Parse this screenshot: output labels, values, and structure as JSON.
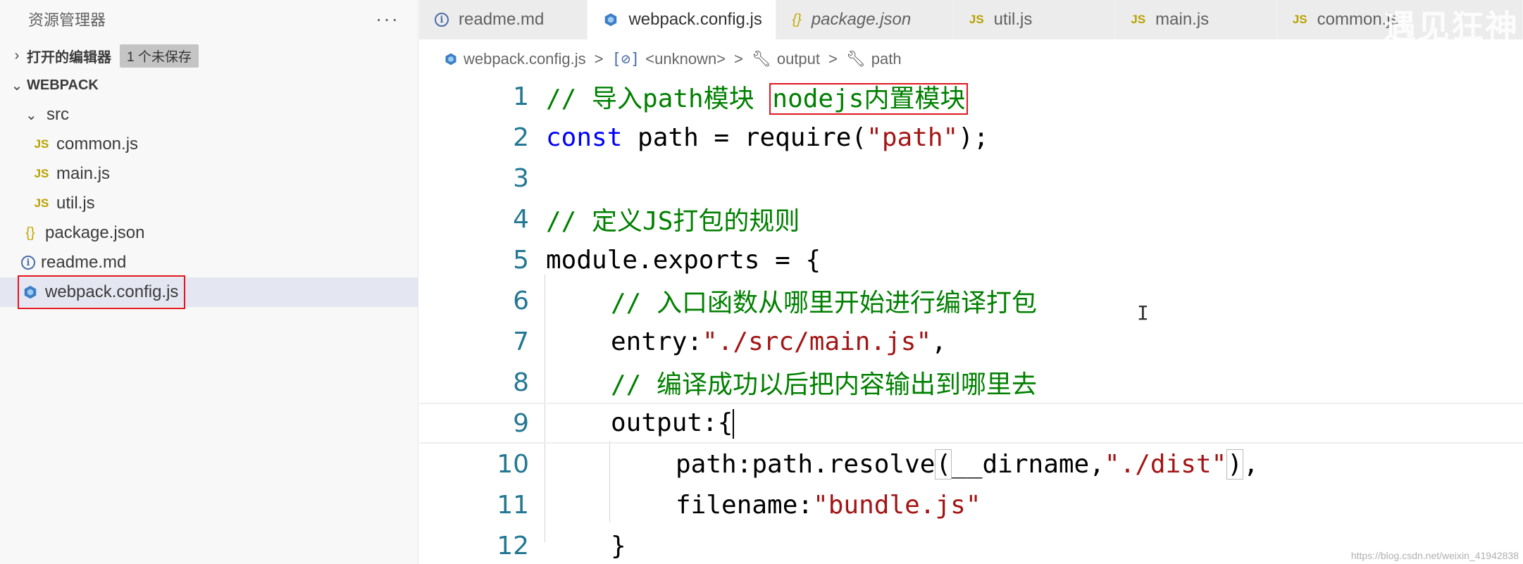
{
  "sidebar": {
    "title": "资源管理器",
    "more_label": "···",
    "open_editors": {
      "label": "打开的编辑器",
      "badge": "1 个未保存"
    },
    "project": {
      "label": "WEBPACK",
      "folder_src": "src",
      "items": [
        {
          "name": "common.js",
          "icon": "js-file-icon",
          "icon_text": "JS"
        },
        {
          "name": "main.js",
          "icon": "js-file-icon",
          "icon_text": "JS"
        },
        {
          "name": "util.js",
          "icon": "js-file-icon",
          "icon_text": "JS"
        },
        {
          "name": "package.json",
          "icon": "json-file-icon",
          "icon_text": "{}"
        },
        {
          "name": "readme.md",
          "icon": "info-icon",
          "icon_text": "i"
        },
        {
          "name": "webpack.config.js",
          "icon": "webpack-cube-icon",
          "icon_text": ""
        }
      ]
    }
  },
  "tabs": [
    {
      "label": "readme.md",
      "icon_text": "i"
    },
    {
      "label": "webpack.config.js",
      "icon_text": ""
    },
    {
      "label": "package.json",
      "icon_text": "{}"
    },
    {
      "label": "util.js",
      "icon_text": "JS"
    },
    {
      "label": "main.js",
      "icon_text": "JS"
    },
    {
      "label": "common.js",
      "icon_text": "JS"
    }
  ],
  "watermark_top": "遇见狂神",
  "breadcrumb": {
    "file": "webpack.config.js",
    "symbol1": "<unknown>",
    "symbol2": "output",
    "symbol3": "path",
    "sep": ">"
  },
  "code": {
    "line_numbers": [
      "1",
      "2",
      "3",
      "4",
      "5",
      "6",
      "7",
      "8",
      "9",
      "10",
      "11",
      "12"
    ],
    "l1_comment": "// 导入path模块 ",
    "l1_boxed": "nodejs内置模块",
    "l2_kw": "const",
    "l2_mid": " path = require(",
    "l2_str": "\"path\"",
    "l2_end": ");",
    "l4_comment": "// 定义JS打包的规则",
    "l5_code": "module.exports = {",
    "l6_comment": "// 入口函数从哪里开始进行编译打包",
    "l7_key": "entry:",
    "l7_str": "\"./src/main.js\"",
    "l7_end": ",",
    "l8_comment": "// 编译成功以后把内容输出到哪里去",
    "l9_code": "output:{",
    "l10_a": "path:path.resolve",
    "l10_open": "(",
    "l10_b": "__dirname,",
    "l10_str": "\"./dist\"",
    "l10_close": ")",
    "l10_end": ",",
    "l11_key": "filename:",
    "l11_str": "\"bundle.js\"",
    "l12_code": "}"
  },
  "ibeam": "I",
  "watermark_bottom": "https://blog.csdn.net/weixin_41942838"
}
